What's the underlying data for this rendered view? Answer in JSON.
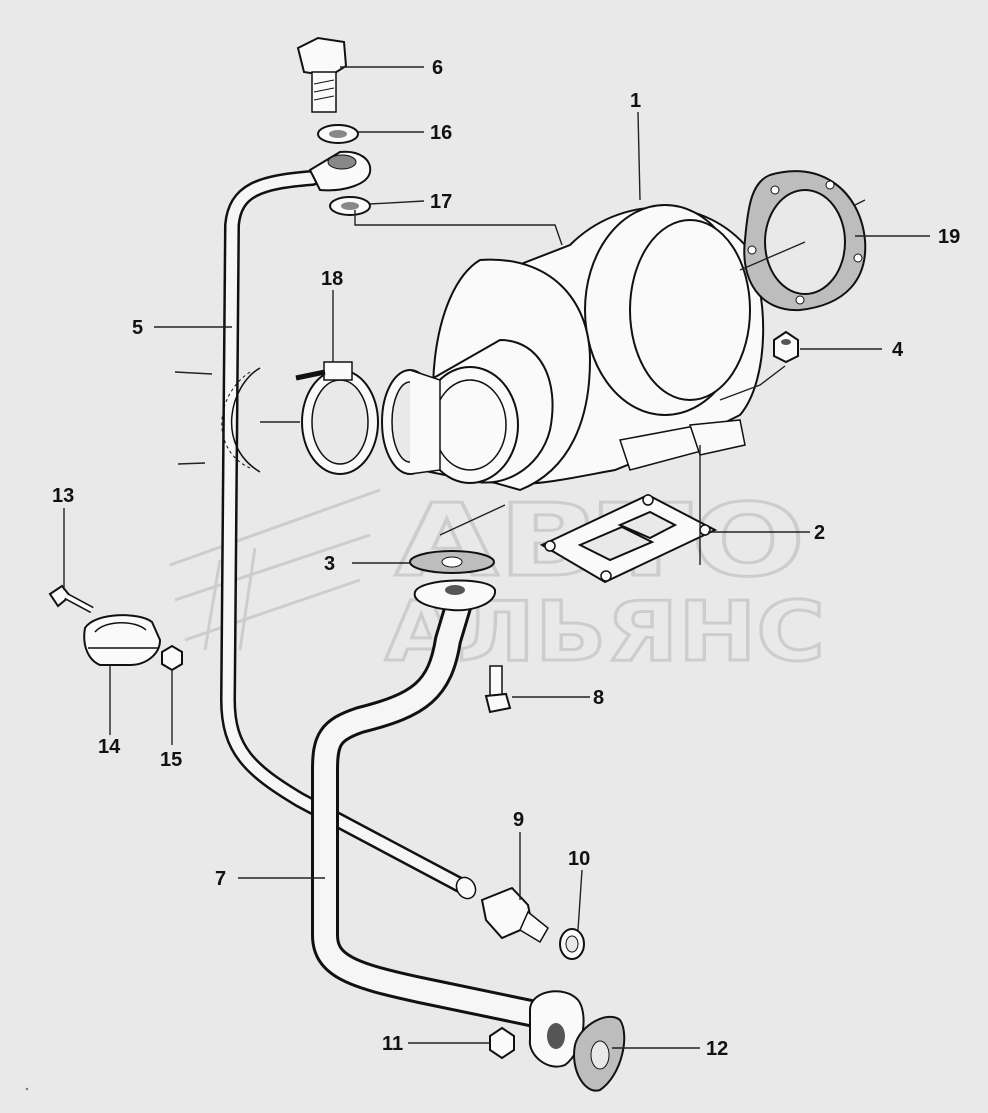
{
  "diagram": {
    "watermark": {
      "line1": "АВТО",
      "line2": "АЛЬЯНС"
    },
    "callouts": [
      {
        "id": "p1",
        "label": "1"
      },
      {
        "id": "p2",
        "label": "2"
      },
      {
        "id": "p3",
        "label": "3"
      },
      {
        "id": "p4",
        "label": "4"
      },
      {
        "id": "p5",
        "label": "5"
      },
      {
        "id": "p6",
        "label": "6"
      },
      {
        "id": "p7",
        "label": "7"
      },
      {
        "id": "p8",
        "label": "8"
      },
      {
        "id": "p9",
        "label": "9"
      },
      {
        "id": "p10",
        "label": "10"
      },
      {
        "id": "p11",
        "label": "11"
      },
      {
        "id": "p12",
        "label": "12"
      },
      {
        "id": "p13",
        "label": "13"
      },
      {
        "id": "p14",
        "label": "14"
      },
      {
        "id": "p15",
        "label": "15"
      },
      {
        "id": "p16",
        "label": "16"
      },
      {
        "id": "p17",
        "label": "17"
      },
      {
        "id": "p18",
        "label": "18"
      },
      {
        "id": "p19",
        "label": "19"
      }
    ],
    "colors": {
      "background": "#e9e9e9",
      "ink": "#111111",
      "watermark": "#cdcdcd"
    }
  }
}
